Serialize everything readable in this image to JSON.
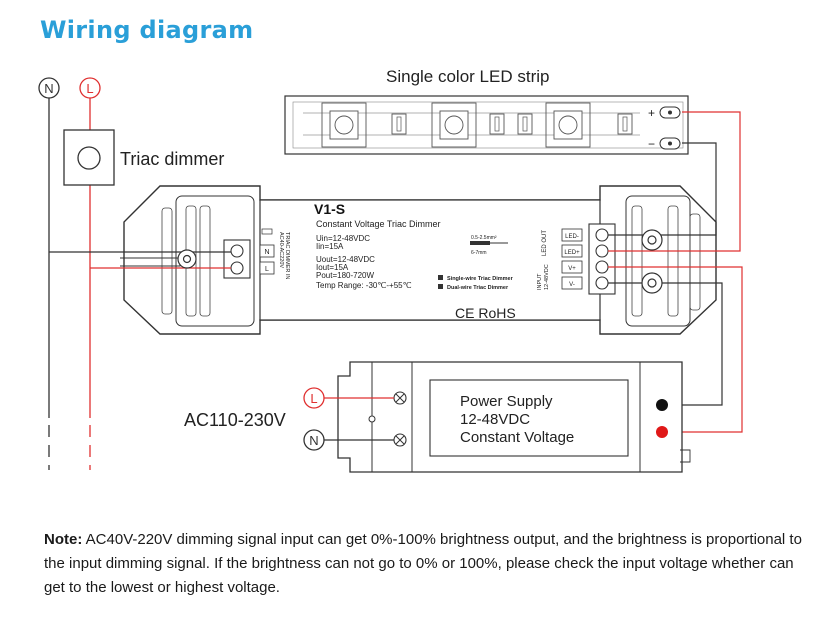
{
  "title": "Wiring diagram",
  "labels": {
    "n_top": "N",
    "l_top": "L",
    "led_strip": "Single color LED strip",
    "triac_dimmer": "Triac dimmer",
    "plus": "+",
    "minus": "−",
    "ac_input": "AC110-230V",
    "l_ps": "L",
    "n_ps": "N"
  },
  "controller": {
    "model": "V1-S",
    "subtitle": "Constant Voltage Triac Dimmer",
    "uin": "Uin=12-48VDC",
    "iin": "Iin=15A",
    "uout": "Uout=12-48VDC",
    "iout": "Iout=15A",
    "pout": "Pout=180-720W",
    "temp": "Temp Range: -30℃-+55℃",
    "wire_size": "0.5-2.5mm²",
    "strip_len": "6-7mm",
    "single_wire": "Single-wire Triac Dimmer",
    "dual_wire": "Dual-wire Triac Dimmer",
    "cert": "CE RoHS",
    "triac_in_1": "TRIAC DIMMER IN",
    "triac_in_2": "AC40-AC220V",
    "led_out": "LED OUT",
    "input_1": "INPUT",
    "input_2": "12-48VDC",
    "term_n": "N",
    "term_l": "L",
    "term_led_minus": "LED-",
    "term_led_plus": "LED+",
    "term_v_plus": "V+",
    "term_v_minus": "V-"
  },
  "power_supply": {
    "line1": "Power Supply",
    "line2": "12-48VDC",
    "line3": "Constant Voltage"
  },
  "note": {
    "label": "Note:",
    "text": " AC40V-220V dimming signal input can get 0%-100% brightness output, and the brightness is proportional to the input dimming signal. If the brightness can not go to 0% or 100%, please check the input voltage whether can get to the lowest or highest voltage."
  },
  "colors": {
    "title": "#2a9fd8",
    "live_wire": "#e03030",
    "neutral_wire": "#333333",
    "outline": "#333333"
  }
}
